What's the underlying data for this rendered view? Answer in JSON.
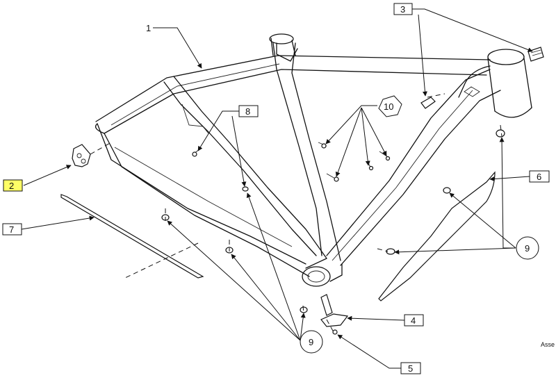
{
  "callouts": {
    "c1": "1",
    "c2": "2",
    "c3": "3",
    "c4": "4",
    "c5": "5",
    "c6": "6",
    "c7": "7",
    "c8": "8",
    "c9a": "9",
    "c9b": "9",
    "c10": "10"
  },
  "highlight_color": "#ffff66",
  "corner_text": "Asse"
}
